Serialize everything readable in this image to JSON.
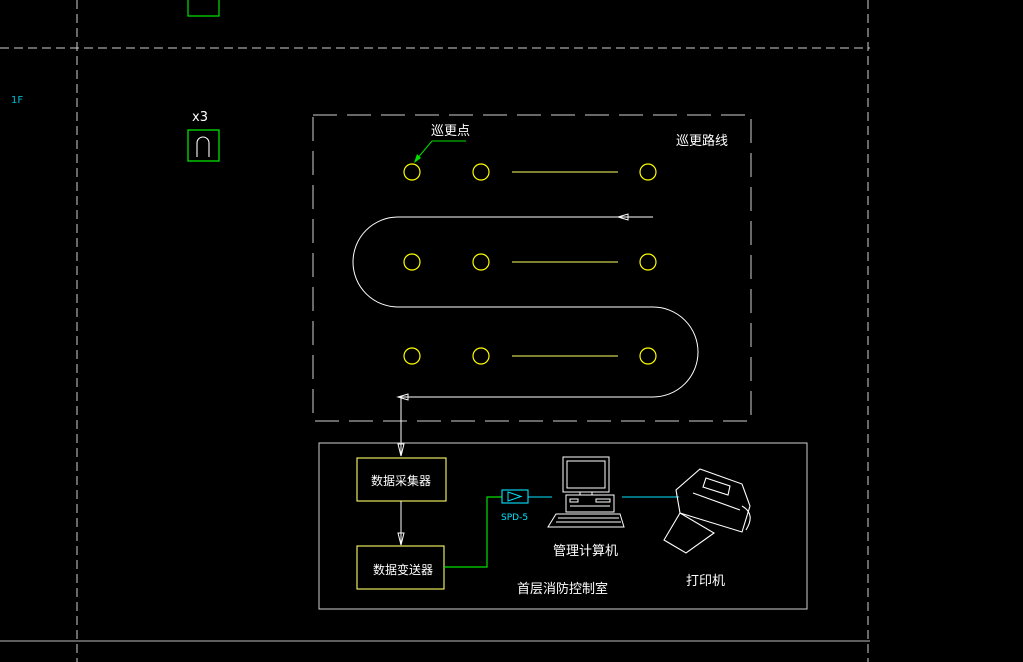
{
  "floor_label": "1F",
  "multiplier_label": "x3",
  "patrol_point_label": "巡更点",
  "patrol_route_label": "巡更路线",
  "collector_label": "数据采集器",
  "transmitter_label": "数据变送器",
  "converter_label": "SPD-5",
  "computer_label": "管理计算机",
  "printer_label": "打印机",
  "control_room_label": "首层消防控制室",
  "colors": {
    "background": "#000000",
    "patrol_point": "#ffff00",
    "box_outline": "#ffff66",
    "route_line": "#ffffff",
    "link_green": "#00e000",
    "link_cyan": "#00e5ff",
    "grid_dash": "#d0d0d0"
  }
}
